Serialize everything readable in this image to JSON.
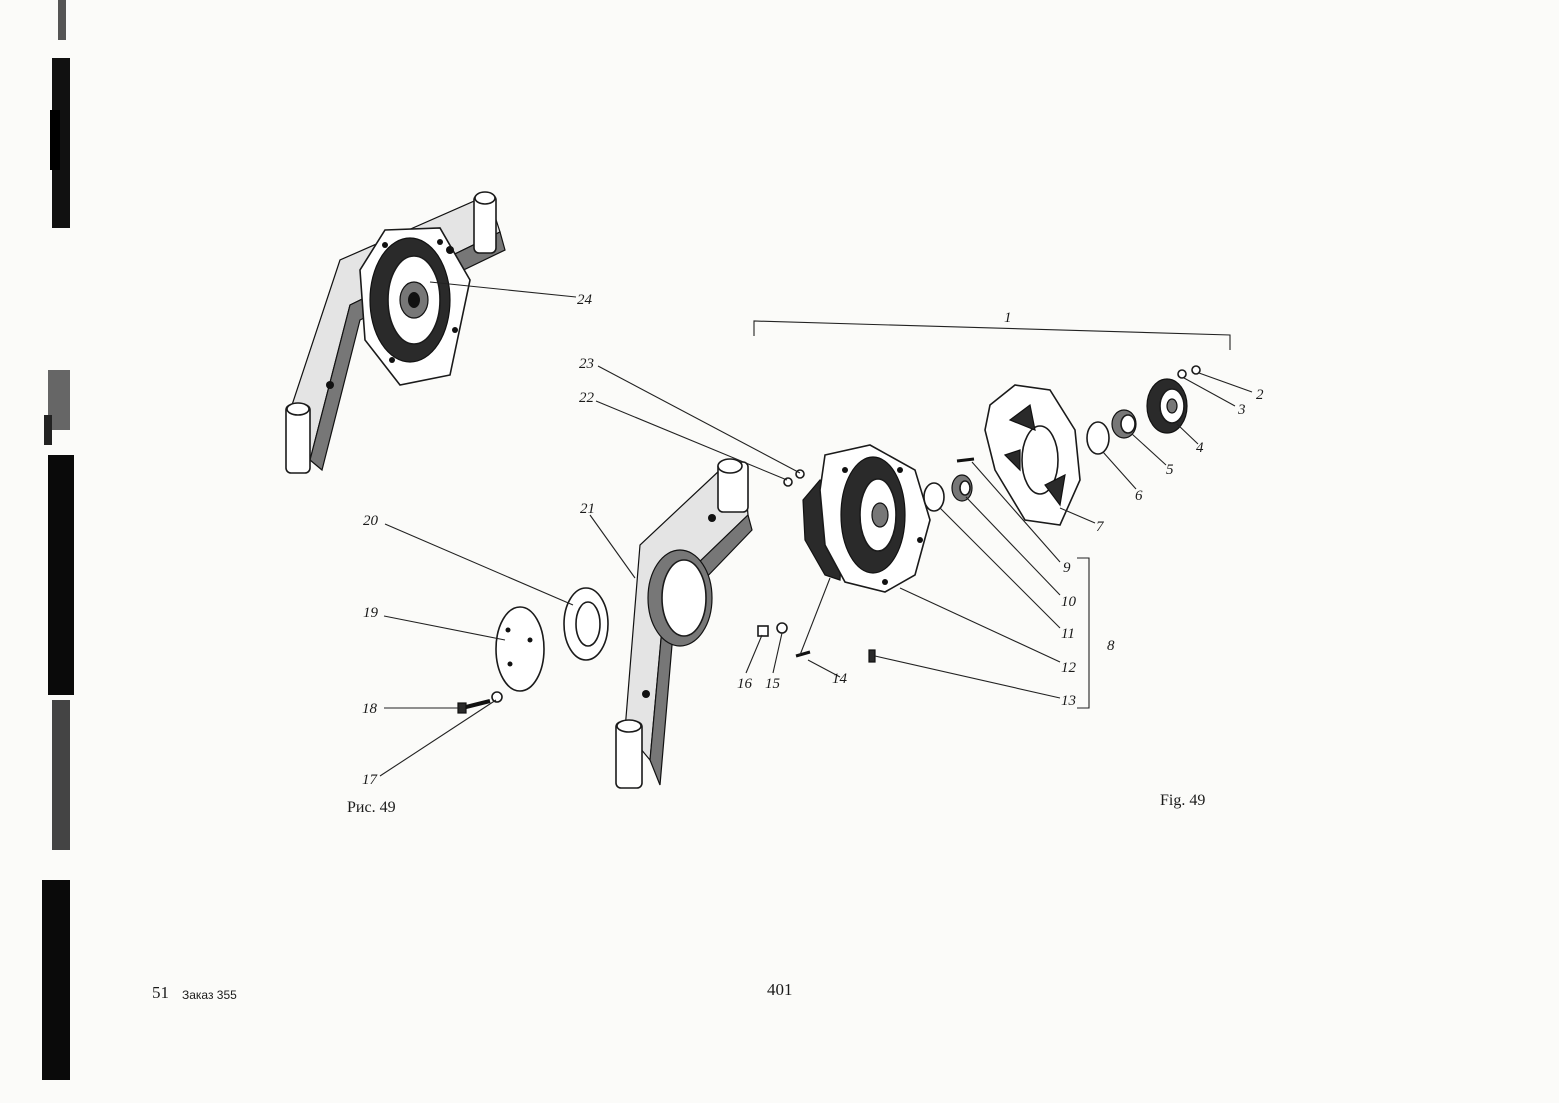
{
  "captions": {
    "figure_ru": "Рис. 49",
    "figure_en": "Fig. 49"
  },
  "footer": {
    "sheet_number": "51",
    "order_label": "Заказ 355",
    "page_number": "401"
  },
  "callouts": {
    "c1": "1",
    "c2": "2",
    "c3": "3",
    "c4": "4",
    "c5": "5",
    "c6": "6",
    "c7": "7",
    "c8": "8",
    "c9": "9",
    "c10": "10",
    "c11": "11",
    "c12": "12",
    "c13": "13",
    "c14": "14",
    "c15": "15",
    "c16": "16",
    "c17": "17",
    "c18": "18",
    "c19": "19",
    "c20": "20",
    "c21": "21",
    "c22": "22",
    "c23": "23",
    "c24": "24"
  }
}
